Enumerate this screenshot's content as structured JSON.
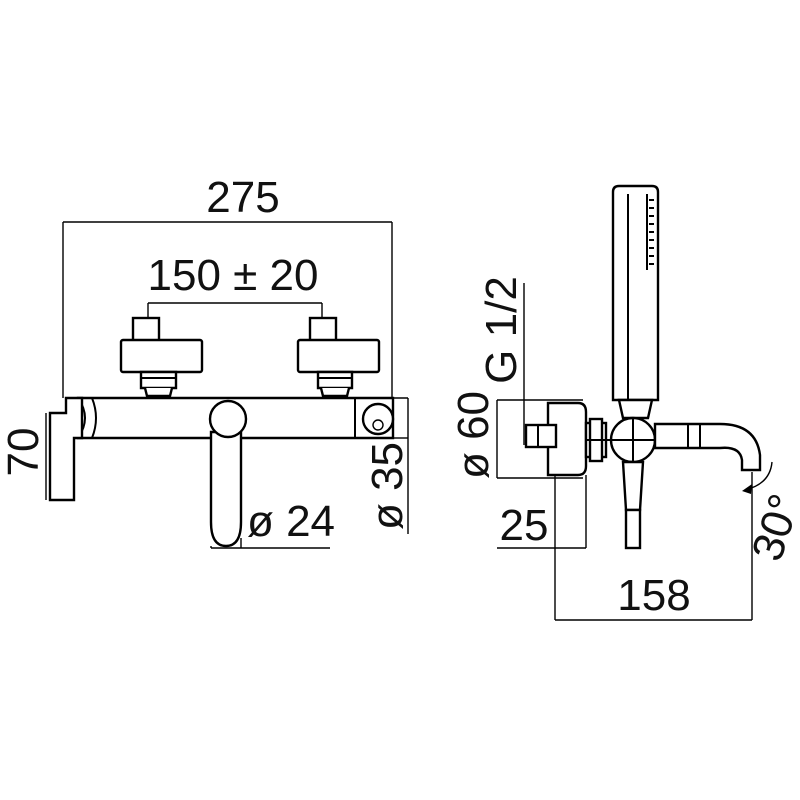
{
  "diagram": {
    "front_view": {
      "overall_width_label": "275",
      "center_distance_label": "150 ± 20",
      "wall_depth_label": "70",
      "spout_diameter_label": "ø 24",
      "body_diameter_label": "ø 35"
    },
    "side_view": {
      "thread_label": "G 1/2",
      "flange_diameter_label": "ø 60",
      "offset_label": "25",
      "projection_label": "158",
      "angle_label": "30°"
    }
  }
}
